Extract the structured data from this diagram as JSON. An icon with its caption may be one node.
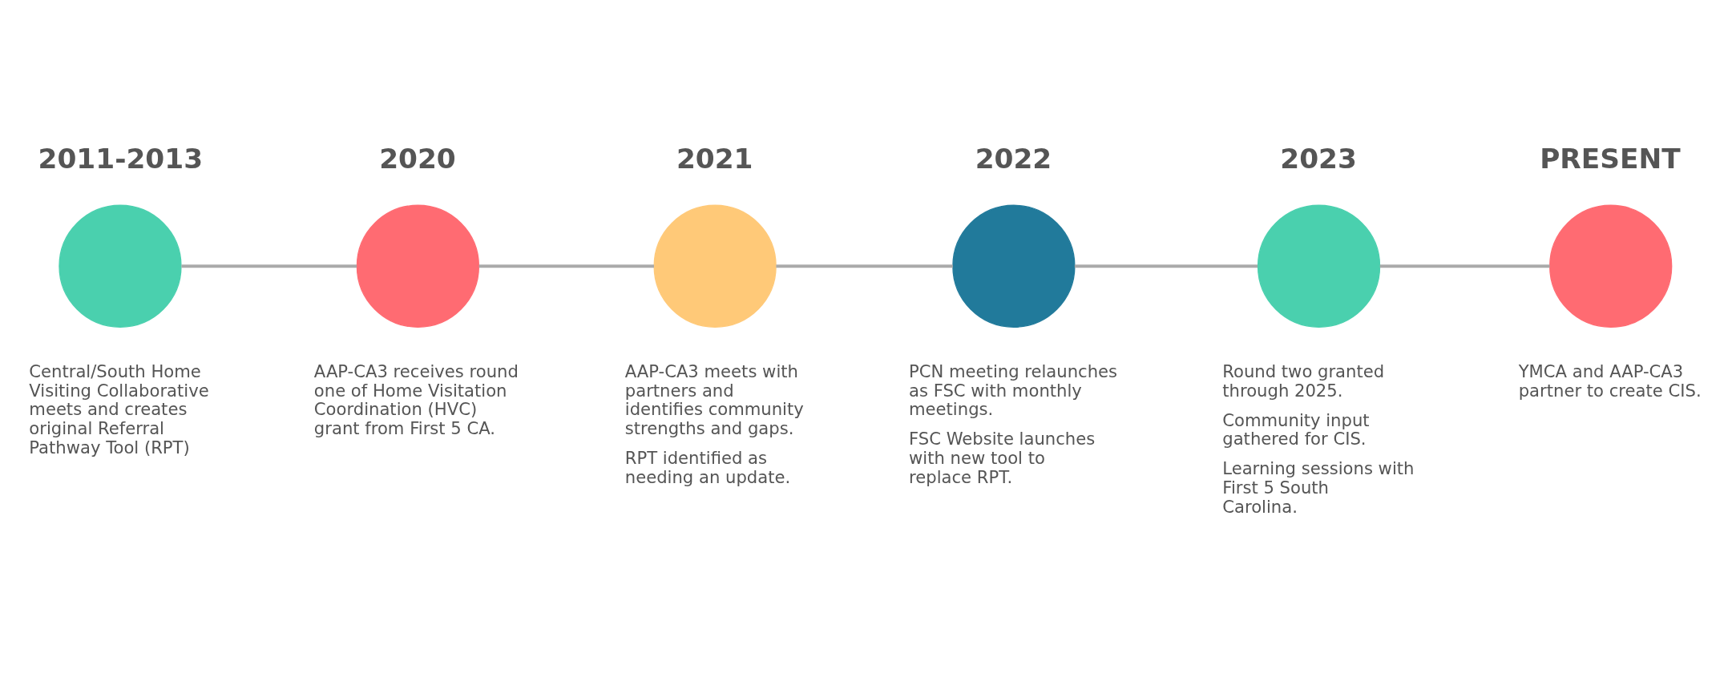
{
  "diagram": {
    "nodes": [
      {
        "text": [
          "2011-2013"
        ],
        "beside": [
          "Central/South Home Visiting Collaborative meets and creates original Referral Pathway Tool (RPT)"
        ]
      },
      {
        "text": [
          "2020"
        ],
        "beside": [
          "AAP-CA3 receives round one of Home Visitation Coordination (HVC) grant from First 5 CA."
        ]
      },
      {
        "text": [
          "2021"
        ],
        "beside": [
          "AAP-CA3 meets with partners and identifies community strengths and gaps.",
          "RPT identified as needing an update."
        ]
      },
      {
        "text": [
          "2022"
        ],
        "beside": [
          "PCN meeting relaunches as FSC with monthly meetings.",
          "FSC Website launches with new tool to replace RPT."
        ]
      },
      {
        "text": [
          "2023"
        ],
        "beside": [
          "Round two granted through 2025.",
          "Community input gathered for CIS.",
          "Learning sessions with First 5 South Carolina."
        ]
      },
      {
        "text": [
          "PRESENT"
        ],
        "beside": [
          "YMCA and AAP-CA3 partner to create CIS."
        ]
      }
    ],
    "edges": [
      {
        "from": 0,
        "to": 1,
        "arrow": "none"
      },
      {
        "from": 1,
        "to": 2,
        "arrow": "none"
      },
      {
        "from": 2,
        "to": 3,
        "arrow": "none"
      },
      {
        "from": 3,
        "to": 4,
        "arrow": "none"
      },
      {
        "from": 4,
        "to": 5,
        "arrow": "none"
      }
    ]
  }
}
